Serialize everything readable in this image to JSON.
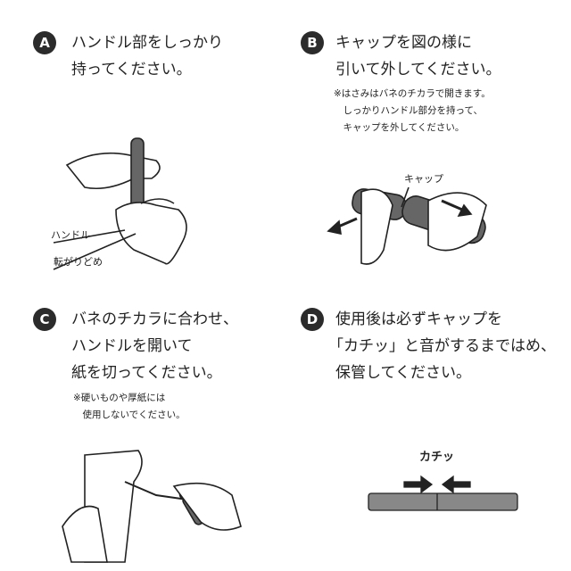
{
  "steps": [
    {
      "badge": "A",
      "lines": [
        "ハンドル部をしっかり",
        "持ってください。"
      ],
      "labels": [
        "ハンドル",
        "転がりどめ"
      ]
    },
    {
      "badge": "B",
      "lines": [
        "キャップを図の様に",
        "引いて外してください。"
      ],
      "note": [
        "※はさみはバネのチカラで開きます。",
        "　しっかりハンドル部分を持って、",
        "　キャップを外してください。"
      ],
      "labels": [
        "キャップ"
      ]
    },
    {
      "badge": "C",
      "lines": [
        "バネのチカラに合わせ、",
        "ハンドルを開いて",
        "紙を切ってください。"
      ],
      "note": [
        "※硬いものや厚紙には",
        "　使用しないでください。"
      ]
    },
    {
      "badge": "D",
      "lines": [
        "使用後は必ずキャップを",
        "「カチッ」と音がするまではめ、",
        "保管してください。"
      ],
      "labels": [
        "カチッ"
      ]
    }
  ]
}
